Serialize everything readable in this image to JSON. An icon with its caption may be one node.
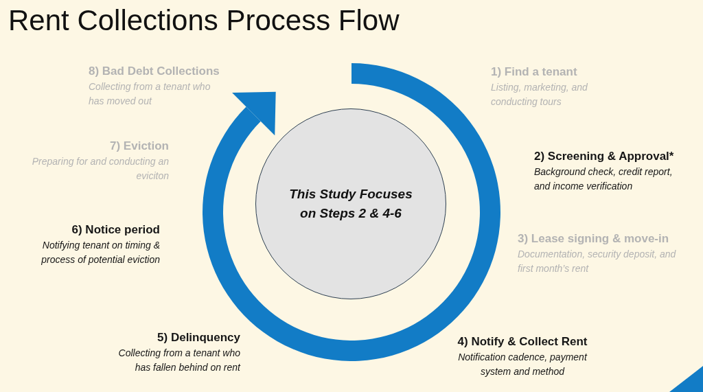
{
  "diagram": {
    "title": "Rent Collections Process Flow",
    "nodes": [
      {
        "text": [
          "This Study Focuses on Steps 2 & 4-6"
        ]
      }
    ],
    "labels": [
      "1) Find a tenant",
      "Listing, marketing, and conducting tours",
      "2) Screening & Approval*",
      "Background check, credit report, and income verification",
      "3) Lease signing & move-in",
      "Documentation, security deposit, and first month’s rent",
      "4) Notify & Collect Rent",
      "Notification cadence, payment system and method",
      "5) Delinquency",
      "Collecting from a tenant who has fallen behind on rent",
      "6) Notice period",
      "Notifying tenant on timing & process of potential eviction",
      "7) Eviction",
      "Preparing for and conducting an eviciton",
      "8) Bad Debt Collections",
      "Collecting from a tenant who has moved out"
    ]
  }
}
